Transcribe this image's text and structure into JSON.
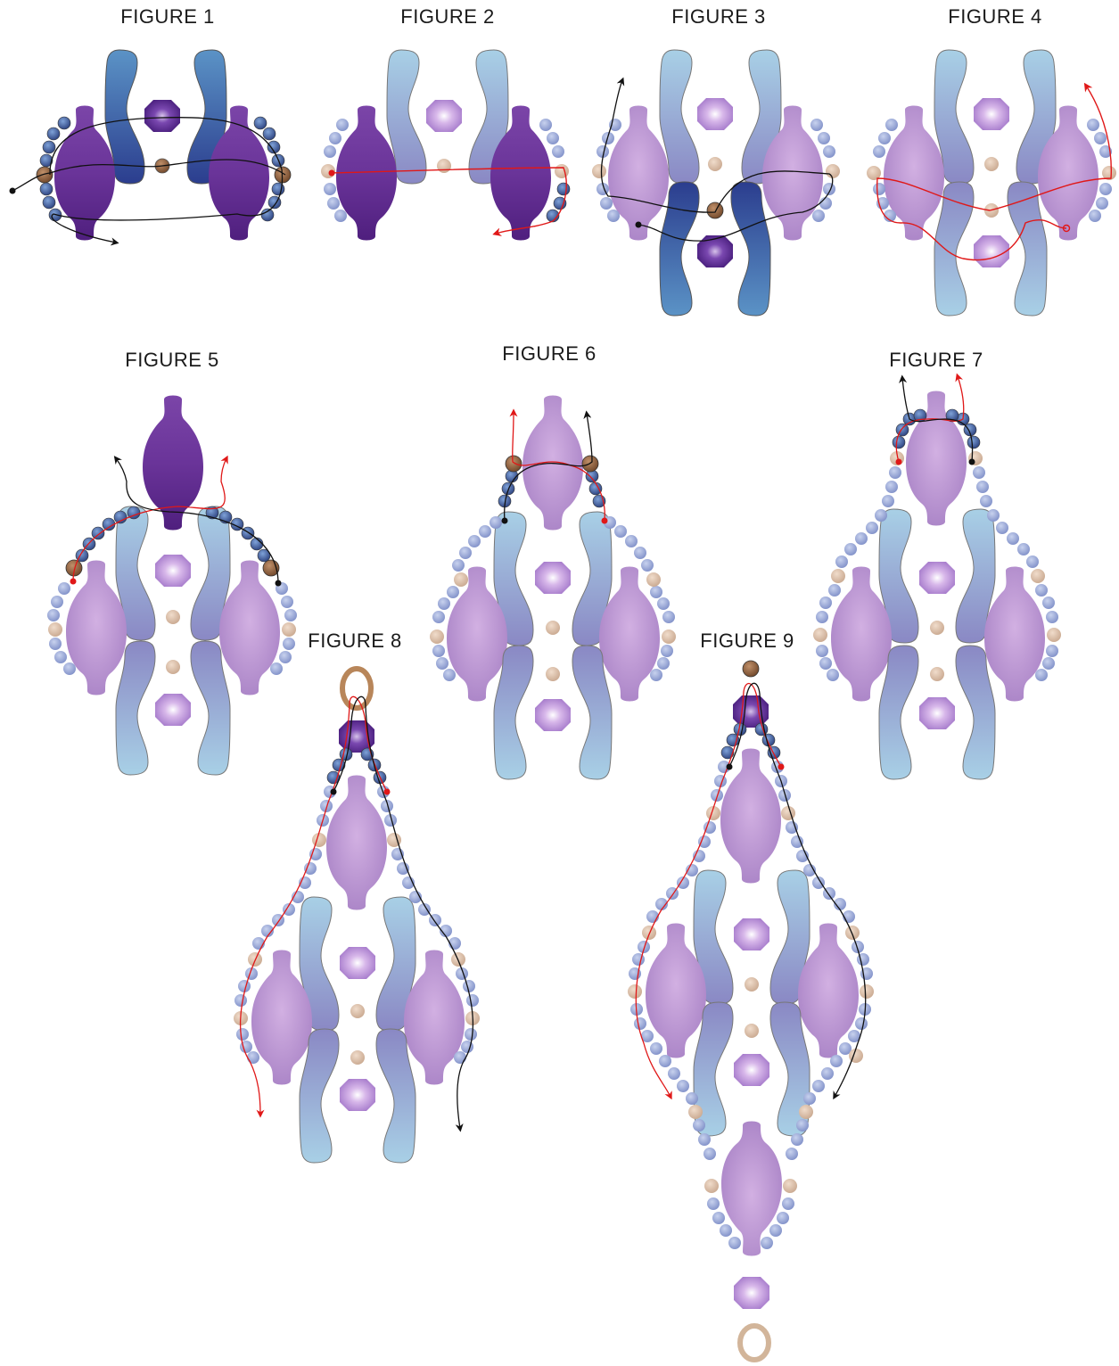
{
  "figures": [
    {
      "label": "FIGURE 1"
    },
    {
      "label": "FIGURE 2"
    },
    {
      "label": "FIGURE 3"
    },
    {
      "label": "FIGURE 4"
    },
    {
      "label": "FIGURE 5"
    },
    {
      "label": "FIGURE 6"
    },
    {
      "label": "FIGURE 7"
    },
    {
      "label": "FIGURE 8"
    },
    {
      "label": "FIGURE 9"
    }
  ],
  "colors": {
    "background": "#ffffff",
    "dark_purple_bead": "#5e2a8c",
    "light_purple_bead": "#b98fd0",
    "dark_blue_bead": "#2f4a95",
    "light_blue_bead": "#9db3dc",
    "seed_blue": "#8fa2d6",
    "seed_tan": "#d8b8a0",
    "seed_bronze": "#8a5a3a",
    "thread_black": "#111111",
    "thread_red": "#e01818",
    "jump_ring": "#b8865a"
  }
}
